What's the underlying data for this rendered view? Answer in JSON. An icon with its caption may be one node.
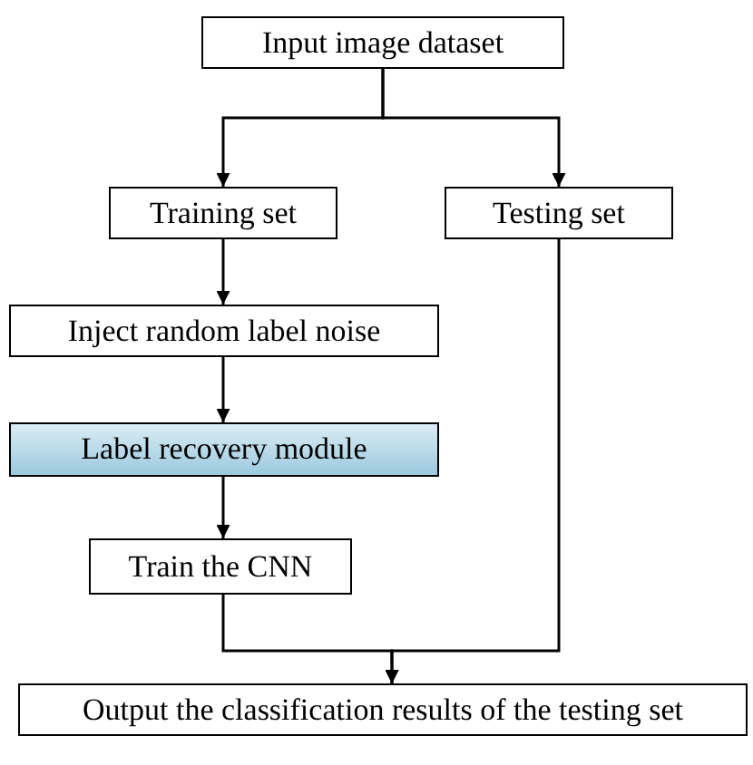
{
  "diagram": {
    "nodes": [
      {
        "text": [
          "Input image dataset"
        ]
      },
      {
        "text": [
          "Training set"
        ]
      },
      {
        "text": [
          "Testing set"
        ]
      },
      {
        "text": [
          "Inject random label noise"
        ]
      },
      {
        "text": [
          "Label recovery module"
        ]
      },
      {
        "text": [
          "Train the CNN"
        ]
      },
      {
        "text": [
          "Output the classification results of the testing set"
        ]
      }
    ],
    "edges": [
      {
        "from": 0,
        "to": 1,
        "arrow": "to"
      },
      {
        "from": 0,
        "to": 2,
        "arrow": "to"
      },
      {
        "from": 1,
        "to": 3,
        "arrow": "to"
      },
      {
        "from": 3,
        "to": 4,
        "arrow": "to"
      },
      {
        "from": 4,
        "to": 5,
        "arrow": "to"
      },
      {
        "from": 5,
        "to": 6,
        "arrow": "to"
      },
      {
        "from": 2,
        "to": 6,
        "arrow": "to"
      }
    ]
  }
}
